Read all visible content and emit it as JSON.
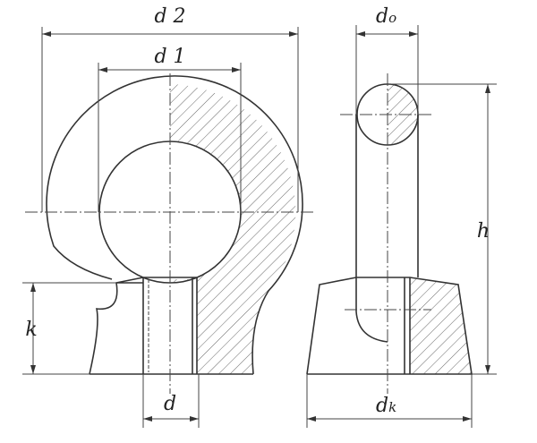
{
  "title": "Eye nut dimension drawing",
  "labels": {
    "d2": "d 2",
    "d1": "d 1",
    "d0": "d",
    "d0_sub": "o",
    "h": "h",
    "k": "k",
    "d": "d",
    "dk": "d",
    "dk_sub": "k"
  }
}
